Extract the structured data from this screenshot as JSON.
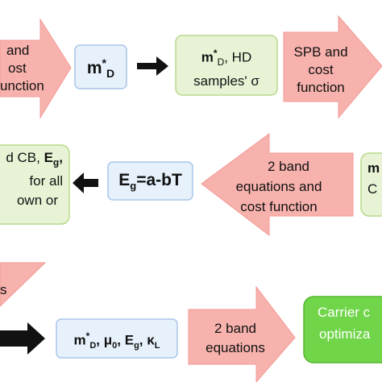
{
  "colors": {
    "pink_fill": "#f7b2ad",
    "pink_edge": "#f39a95",
    "blue_fill": "#e6f1fb",
    "blue_edge": "#a9c6ea",
    "green_fill": "#e8f3d6",
    "green_edge": "#b8d98a",
    "bright_green_fill": "#71d54a",
    "bright_green_edge": "#56b630",
    "black": "#111111"
  },
  "row1": {
    "left_arrow_text": [
      "and",
      "ost",
      "unction"
    ],
    "mD_box_text": "m*D",
    "mD_box_sub": "D",
    "green_box_line1": "m*D, HD",
    "green_box_line1_prefix": "m",
    "green_box_line1_sup": "*",
    "green_box_line1_sub": "D",
    "green_box_line1_tail": ", HD",
    "green_box_line2": "samples' σ",
    "right_arrow_text": [
      "SPB and",
      "cost",
      "function"
    ]
  },
  "row2": {
    "left_box_text_line1_prefix": "d CB, ",
    "left_box_text_line1_E": "E",
    "left_box_text_line1_sub": "g",
    "left_box_text_line1_comma": ",",
    "left_box_text_line2": "for all",
    "left_box_text_line3": "own or",
    "eg_box_prefix": "E",
    "eg_box_sub": "g",
    "eg_box_tail": "=a-bT",
    "arrow_text": [
      "2 band",
      "equations and",
      "cost function"
    ],
    "right_box_text": [
      "m",
      "C"
    ]
  },
  "row3": {
    "partial_text": "s"
  },
  "row4": {
    "params_m": "m",
    "params_sup": "*",
    "params_sub_D": "D",
    "params_mu": "μ",
    "params_sub_0": "0",
    "params_E": "E",
    "params_sub_g": "g",
    "params_kappa": "κ",
    "params_sub_L": "L",
    "arrow_text": [
      "2 band",
      "equations"
    ],
    "final_box_text": [
      "Carrier c",
      "optimiza"
    ]
  }
}
